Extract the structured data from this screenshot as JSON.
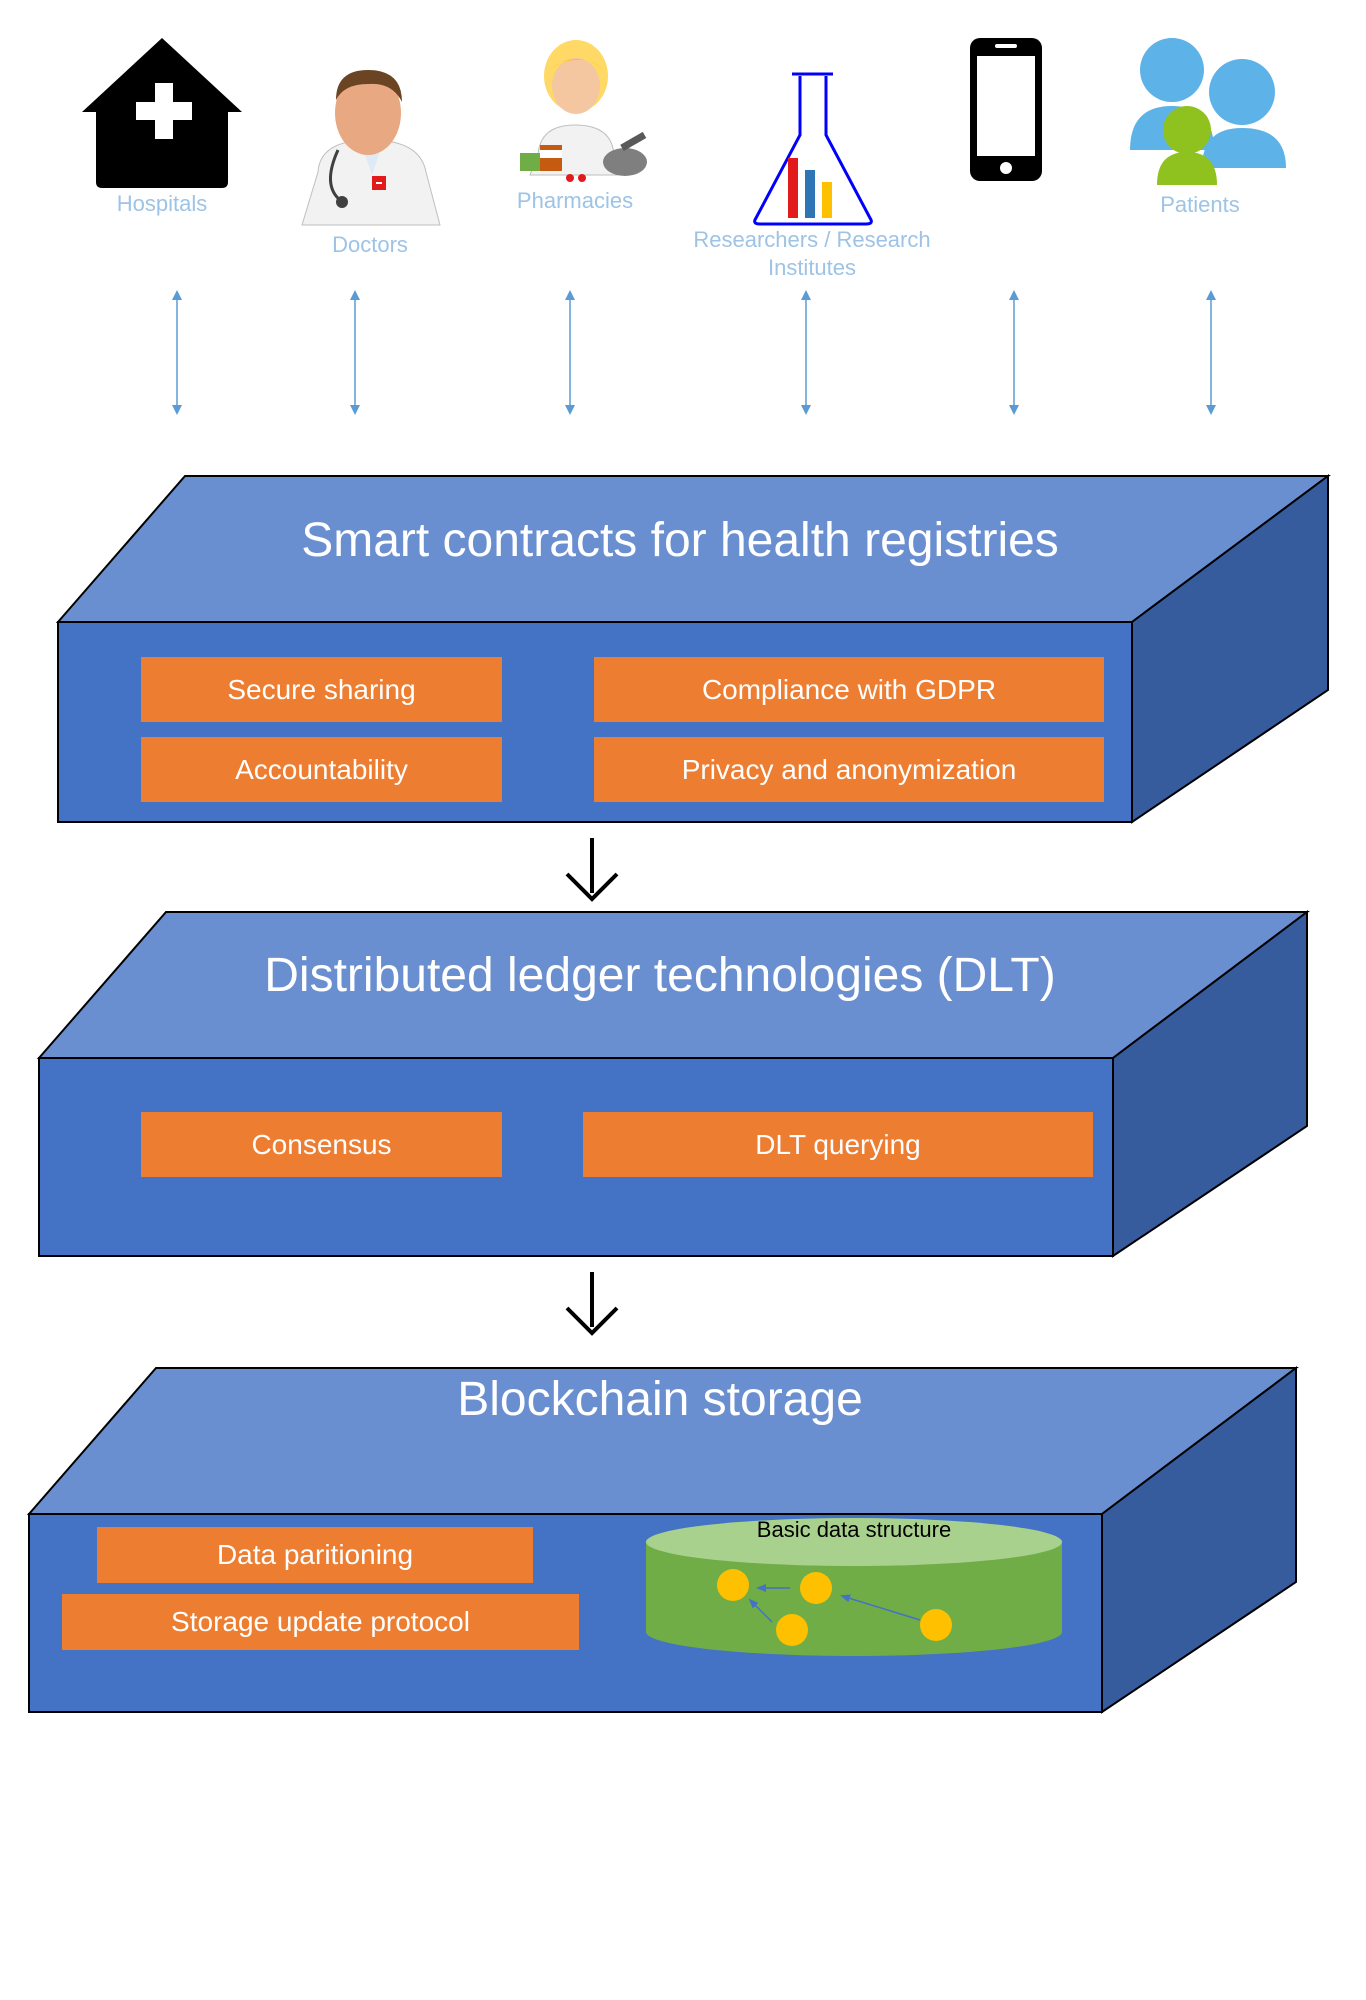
{
  "actors": [
    {
      "id": "hospitals",
      "label": "Hospitals",
      "icon": "hospital-icon"
    },
    {
      "id": "doctors",
      "label": "Doctors",
      "icon": "doctor-icon"
    },
    {
      "id": "pharmacies",
      "label": "Pharmacies",
      "icon": "pharmacist-icon"
    },
    {
      "id": "researchers",
      "label_line1": "Researchers / Research",
      "label_line2": "Institutes",
      "icon": "flask-icon"
    },
    {
      "id": "mobile",
      "label": "",
      "icon": "smartphone-icon"
    },
    {
      "id": "patients",
      "label": "Patients",
      "icon": "patients-icon"
    }
  ],
  "layers": {
    "smart_contracts": {
      "title": "Smart contracts for health registries",
      "items": [
        "Secure sharing",
        "Compliance with GDPR",
        "Accountability",
        "Privacy and anonymization"
      ]
    },
    "dlt": {
      "title": "Distributed ledger technologies (DLT)",
      "items": [
        "Consensus",
        "DLT querying"
      ]
    },
    "storage": {
      "title": "Blockchain storage",
      "items": [
        "Data paritioning",
        "Storage update protocol"
      ],
      "database_label": "Basic data structure"
    }
  },
  "colors": {
    "front": "#4472C4",
    "top": "#6A8FD0",
    "side": "#375C9E",
    "box": "#ED7D31",
    "arrow": "#5B9BD5",
    "label": "#9DC3E6",
    "db_top": "#A9D18E",
    "db_body": "#70AD47",
    "node": "#FFC000"
  }
}
